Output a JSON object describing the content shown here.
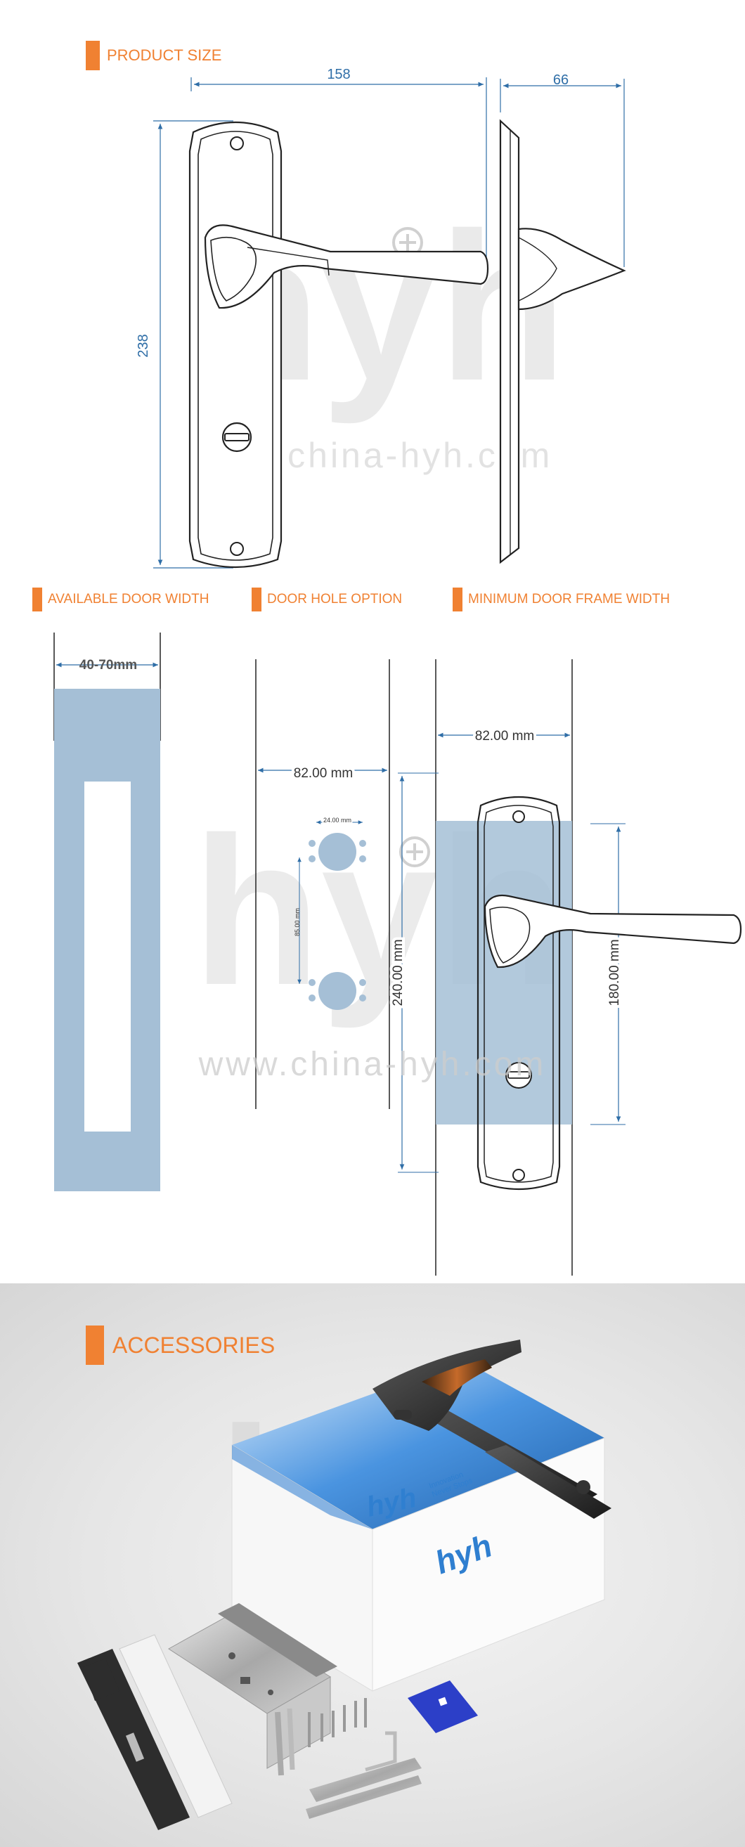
{
  "sections": {
    "product_size": "PRODUCT SIZE",
    "available_door_width": "AVAILABLE DOOR WIDTH",
    "door_hole_option": "DOOR HOLE OPTION",
    "minimum_door_frame_width": "MINIMUM DOOR FRAME WIDTH",
    "accessories": "ACCESSORIES"
  },
  "dimensions": {
    "width": "158",
    "depth": "66",
    "height": "238",
    "door_width": "40-70mm",
    "hole_spacing_h": "82.00 mm",
    "hole_diameter": "24.00 mm",
    "hole_spacing_v": "85.00 mm",
    "plate_height": "240.00 mm",
    "frame_width": "82.00 mm",
    "handle_center": "180.00 mm"
  },
  "watermark": {
    "brand": "hyh",
    "site": "www.china-hyh.com"
  },
  "box": {
    "brand": "hyh",
    "slogan_1": "Innovation",
    "slogan_2": "Never Stops"
  },
  "colors": {
    "accent": "#f08132",
    "dimension_line": "#2f6ea7",
    "door_fill": "#a5bfd6",
    "box_blue": "#2f7fd0"
  }
}
